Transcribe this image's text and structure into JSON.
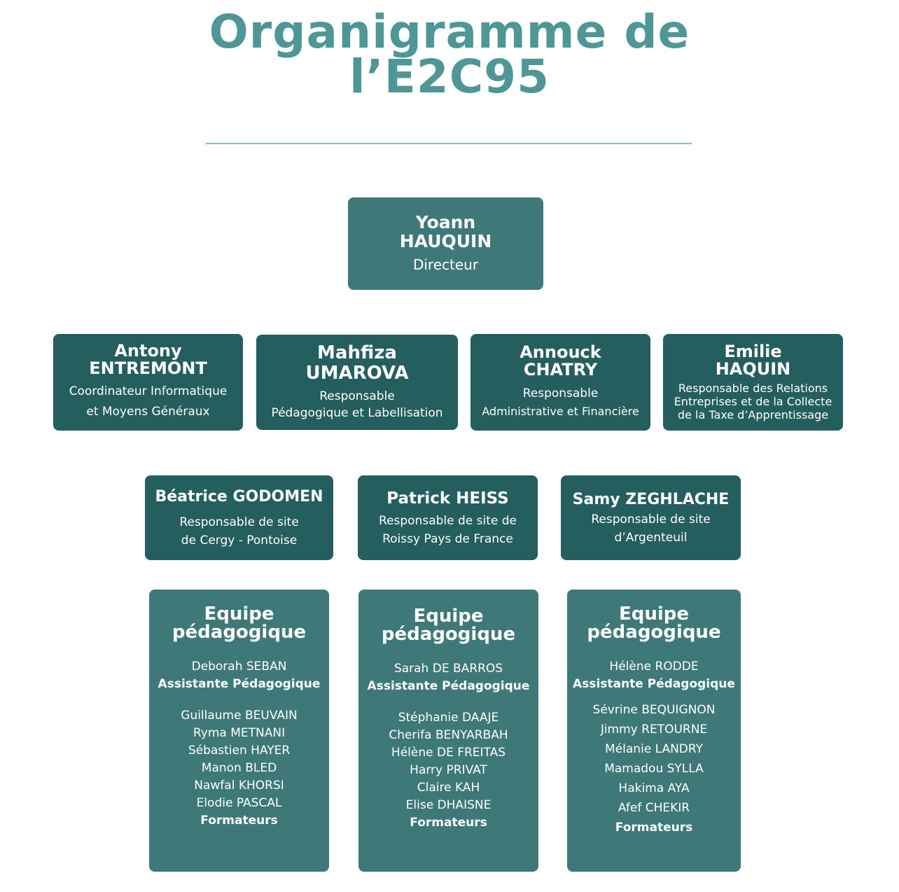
{
  "title": {
    "line1": "Organigramme de",
    "line2": "l’E2C95"
  },
  "director": {
    "first_name": "Yoann",
    "last_name": "HAUQUIN",
    "role": "Directeur"
  },
  "managers": [
    {
      "first_name": "Antony",
      "last_name": "ENTREMONT",
      "role_line1": "Coordinateur Informatique",
      "role_line2": "et Moyens Généraux"
    },
    {
      "first_name": "Mahfiza",
      "last_name": "UMAROVA",
      "role_line1": "Responsable",
      "role_line2": "Pédagogique et Labellisation"
    },
    {
      "first_name": "Annouck",
      "last_name": "CHATRY",
      "role_line1": "Responsable",
      "role_line2": "Administrative et Financière"
    },
    {
      "first_name": "Emilie",
      "last_name": "HAQUIN",
      "role_line1": "Responsable des Relations",
      "role_line2": "Entreprises et de la Collecte",
      "role_line3": "de la Taxe d’Apprentissage"
    }
  ],
  "site_managers": [
    {
      "name": "Béatrice GODOMEN",
      "role_line1": "Responsable de site",
      "role_line2": "de Cergy - Pontoise"
    },
    {
      "name": "Patrick HEISS",
      "role_line1": "Responsable de site de",
      "role_line2": "Roissy Pays de France"
    },
    {
      "name": "Samy ZEGHLACHE",
      "role_line1": "Responsable de site",
      "role_line2": "d’Argenteuil"
    }
  ],
  "teams": [
    {
      "title_line1": "Equipe",
      "title_line2": "pédagogique",
      "assistant": "Deborah SEBAN",
      "assistant_role": "Assistante Pédagogique",
      "trainers": [
        "Guillaume BEUVAIN",
        "Ryma METNANI",
        "Sébastien HAYER",
        "Manon BLED",
        "Nawfal KHORSI",
        "Elodie PASCAL"
      ],
      "trainers_label": "Formateurs"
    },
    {
      "title_line1": "Equipe",
      "title_line2": "pédagogique",
      "assistant": "Sarah DE BARROS",
      "assistant_role": "Assistante Pédagogique",
      "trainers": [
        "Stéphanie DAAJE",
        "Cherifa BENYARBAH",
        "Hélène DE FREITAS",
        "Harry PRIVAT",
        "Claire KAH",
        "Elise DHAISNE"
      ],
      "trainers_label": "Formateurs"
    },
    {
      "title_line1": "Equipe",
      "title_line2": "pédagogique",
      "assistant": "Hélène RODDE",
      "assistant_role": "Assistante Pédagogique",
      "trainers": [
        "Sévrine BEQUIGNON",
        "Jimmy RETOURNE",
        "Mélanie LANDRY",
        "Mamadou SYLLA",
        "Hakima AYA",
        "Afef CHEKIR"
      ],
      "trainers_label": "Formateurs"
    }
  ],
  "colors": {
    "title": "#4f9797",
    "box_light": "#3e7878",
    "box_dark": "#245e5e",
    "divider": "#7cc4c0"
  }
}
